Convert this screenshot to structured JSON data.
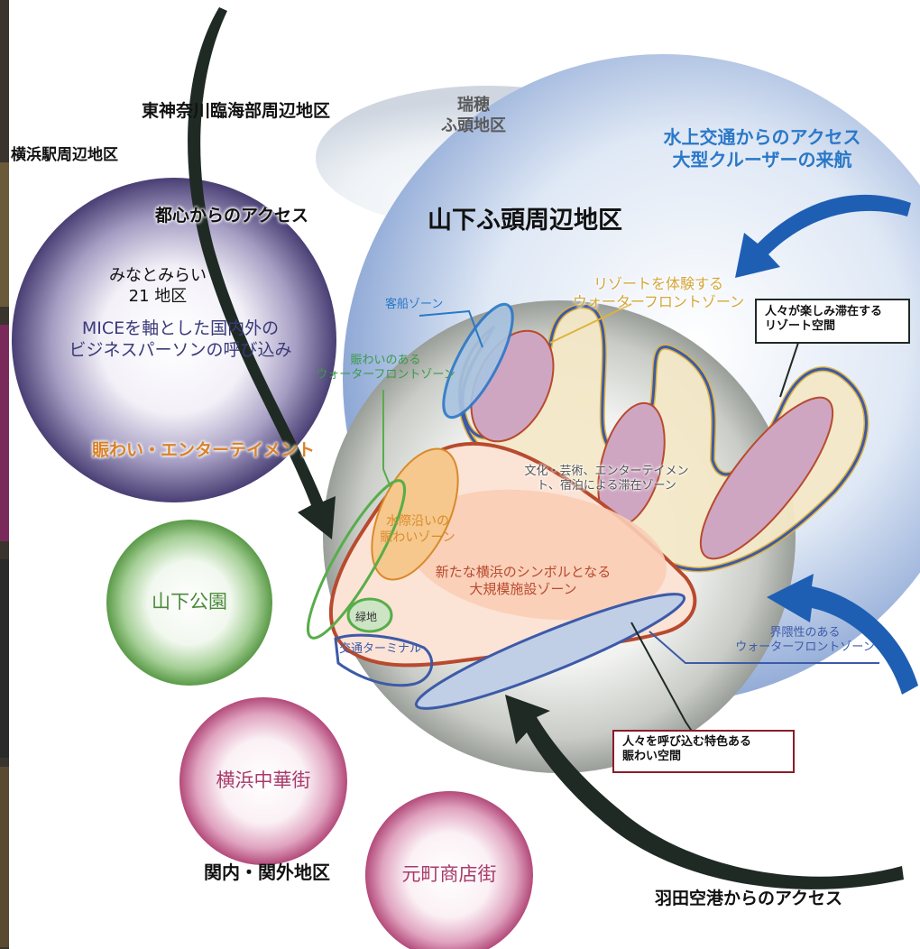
{
  "districts": {
    "higashi_kanagawa": "東神奈川臨海部周辺地区",
    "yokohama_eki": "横浜駅周辺地区",
    "mizuho_line1": "瑞穂",
    "mizuho_line2": "ふ頭地区",
    "yamashita_futo": "山下ふ頭周辺地区",
    "kannai": "関内・関外地区"
  },
  "access": {
    "toshin": "都心からのアクセス",
    "suijo_line1": "水上交通からのアクセス",
    "suijo_line2": "大型クルーザーの来航",
    "haneda": "羽田空港からのアクセス"
  },
  "minatomirai": {
    "name_line1": "みなとみらい",
    "name_line2": "21 地区",
    "desc_line1": "MICEを軸とした国内外の",
    "desc_line2": "ビジネスパーソンの呼び込み",
    "tagline": "賑わい・エンターテイメント"
  },
  "spots": {
    "yamashita_koen": "山下公園",
    "chukagai": "横浜中華街",
    "motomachi": "元町商店街"
  },
  "zones": {
    "kyakusen": "客船ゾーン",
    "resort_line1": "リゾートを体験する",
    "resort_line2": "ウォーターフロントゾーン",
    "nigiwai_line1": "賑わいのある",
    "nigiwai_line2": "ウォーターフロントゾーン",
    "bunka_line1": "文化・芸術、エンターテイメン",
    "bunka_line2": "ト、宿泊による滞在ゾーン",
    "mizugiwa_line1": "水際沿いの",
    "mizugiwa_line2": "賑わいゾーン",
    "symbol_line1": "新たな横浜のシンボルとなる",
    "symbol_line2": "大規模施設ゾーン",
    "ryokuchi": "緑地",
    "kotsu": "交通ターミナル",
    "seion_line1": "界隈性のある",
    "seion_line2": "ウォーターフロントゾーン"
  },
  "callouts": {
    "resort_space_line1": "人々が楽しみ滞在する",
    "resort_space_line2": "リゾート空間",
    "nigiwai_space_line1": "人々を呼び込む特色ある",
    "nigiwai_space_line2": "賑わい空間"
  },
  "colors": {
    "mm_circle": "#4a3f74",
    "park_circle": "#5a9a48",
    "pink_circle": "#b34a7a",
    "water_blue": "#9fb6dc",
    "zone_blue": "#3d5aa8",
    "zone_red": "#b84a2e",
    "zone_yellow": "#e0b23a",
    "zone_green": "#58ad4a",
    "access_blue": "#2a78c8",
    "arrow_blue": "#1e5fb4",
    "arrow_dark": "#1f2a24"
  }
}
